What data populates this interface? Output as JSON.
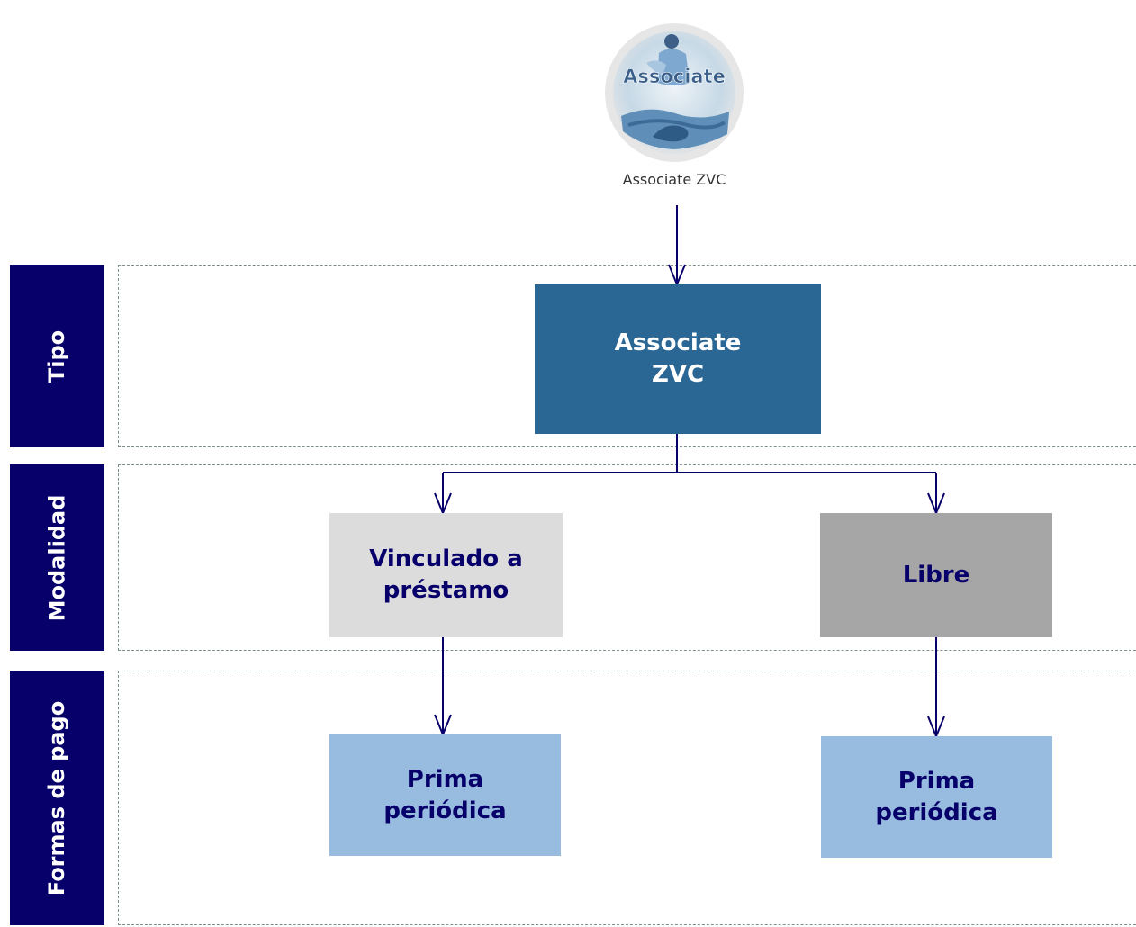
{
  "logo": {
    "text": "Associate",
    "caption": "Associate ZVC"
  },
  "bands": {
    "tipo": "Tipo",
    "modalidad": "Modalidad",
    "formas_pago": "Formas de pago"
  },
  "nodes": {
    "tipo_box": "Associate ZVC",
    "vinculado": "Vinculado a préstamo",
    "libre": "Libre",
    "prima_left": "Prima periódica",
    "prima_right": "Prima periódica"
  },
  "colors": {
    "sidebar": "#07006b",
    "tipo_box": "#2b6795",
    "vinculado_box": "#dcdcdc",
    "libre_box": "#a6a6a6",
    "prima_box": "#98bcdf",
    "dark_text": "#07006b",
    "connector": "#07006b"
  }
}
